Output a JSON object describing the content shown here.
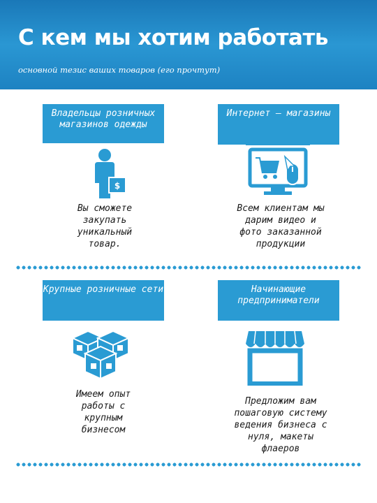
{
  "header": {
    "title": "С кем мы хотим работать",
    "subtitle": "основной тезис ваших товаров (его прочтут)"
  },
  "cards": [
    {
      "label": "Владельцы розничных магазинов одежды",
      "desc": "Вы сможете закупать уникальный товар.",
      "icon": "person-with-money-icon"
    },
    {
      "label": "Интернет – магазины",
      "desc": "Всем клиентам мы дарим видео и фото заказанной продукции",
      "icon": "online-shop-monitor-icon"
    },
    {
      "label": "Крупные розничные сети",
      "desc": "Имеем опыт работы с крупным бизнесом",
      "icon": "boxes-icon"
    },
    {
      "label": "Начинающие предприниматели",
      "desc": "Предложим вам пошаговую систему ведения бизнеса с нуля, макеты флаеров",
      "icon": "storefront-icon"
    }
  ],
  "colors": {
    "accent": "#2a9bd3",
    "header": "#1d82c2",
    "text": "#1a1a1a"
  }
}
